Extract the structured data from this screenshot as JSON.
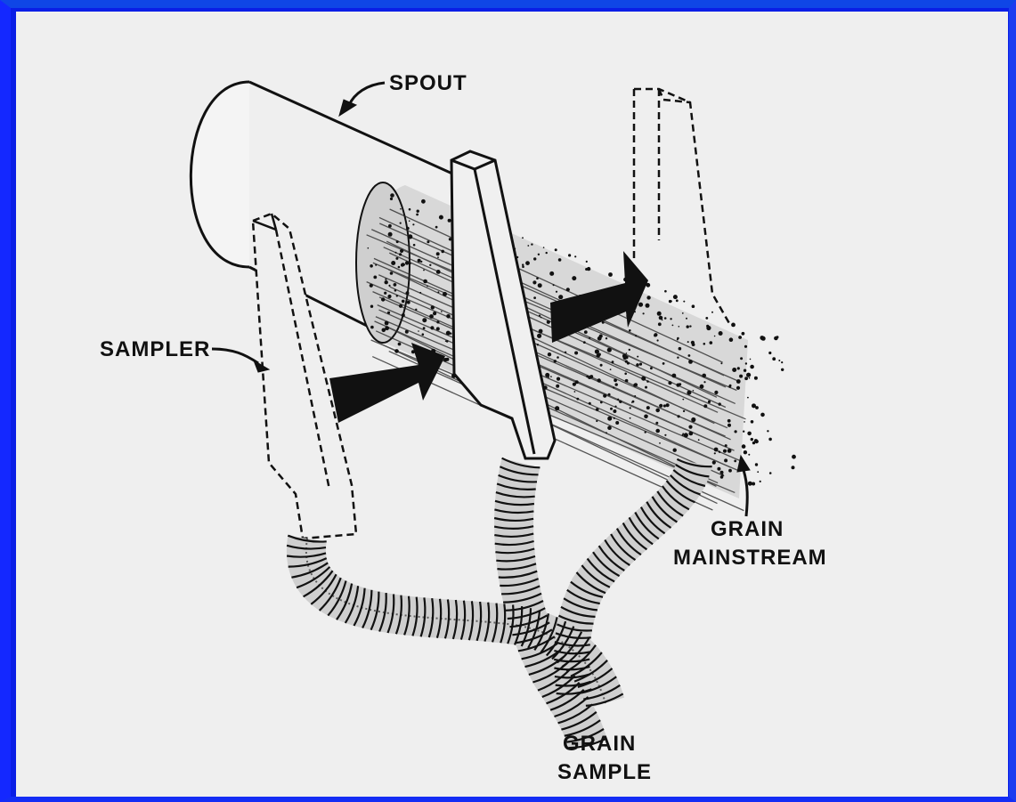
{
  "diagram": {
    "labels": {
      "spout": "SPOUT",
      "sampler": "SAMPLER",
      "grain_mainstream_line1": "GRAIN",
      "grain_mainstream_line2": "MAINSTREAM",
      "grain_sample_line1": "GRAIN",
      "grain_sample_line2": "SAMPLE"
    }
  },
  "colors": {
    "background": "#efefef",
    "frame": "#0a1ee6",
    "ink": "#111111"
  }
}
